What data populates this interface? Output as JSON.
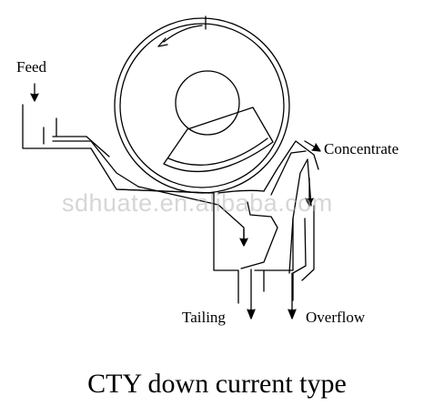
{
  "labels": {
    "feed": "Feed",
    "concentrate": "Concentrate",
    "tailing": "Tailing",
    "overflow": "Overflow"
  },
  "caption": "CTY down current type",
  "watermark": "sdhuate.en.alibaba.com",
  "colors": {
    "line": "#000000",
    "watermark": "#b4b4b4"
  }
}
